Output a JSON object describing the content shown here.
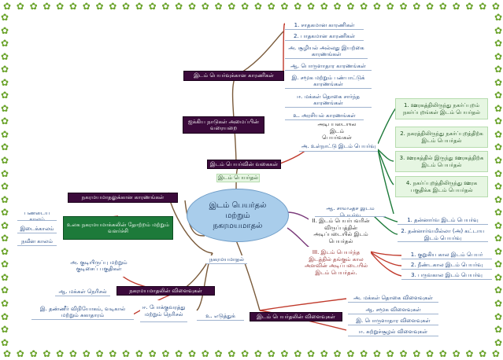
{
  "center": "இடம் பெயர்தல்\nமற்றும்\nநகரமயமாதல்",
  "border_glyph": "✿",
  "branches": {
    "causes_title": "இடம் பெயர்வுக்கான காரணிகள்",
    "causes": [
      "1. சாதகமான காரணிகள்",
      "2. பாதகமான காரணிகள்",
      "அ. சூழியல் அல்லது இயற்கை காரணங்கள்",
      "ஆ. பொருளாதார காரணங்கள்",
      "இ. சமூக மற்றும் பண்பாட்டுக் காரணங்கள்",
      "ஈ. மக்கள் தொகை சார்ந்த காரணங்கள்",
      "உ. அரசியல் காரணங்கள்"
    ],
    "un_title": "ஐக்கிய நாடுகள் அமைப்பின் வரையறை",
    "types_title": "இடம் பெயர்வின் வகைகள்",
    "types_sub": "இடம் பெயர்தல்",
    "basis_title": "அடிப்படையில் இடம் பெயர்வுகள்",
    "internal_title": "அ. உள்நாட்டு இடம் பெயர்வு",
    "internal": [
      "1. ஊரகத்திலிருந்து நகர்ப்புறம் நகர்ப்புறங்கள் இடம் பெயர்தல்",
      "2. நகரத்திலிருந்து நகர்ப்புறத்திற்க இடம் பெயர்தல்",
      "3. ஊரகத்தில் இருந்து ஊரகத்திற்க இடம் பெயர்தல்",
      "4. நகர்ப்புறத்திலிருந்து ஊரக பகுதிக்க இடம் பெயர்தல்"
    ],
    "international_title": "ஆ. சர்வதேச இடம் பெயர்வு",
    "international": [
      "1. தன்னார்வ இடம் பெயர்வு",
      "2. தன்னார்வமில்லா (அ) கட்டாய இடம் பெயர்வு"
    ],
    "motive": "II. இடம் பெயர்பவரின் விருப்பத்தின் அடிப்படையில் இடம் பெயர்தல்",
    "duration": "III. இடம் பெயர்ந்த இடத்தில் தங்கும் கால அளவின் அடிப்படையில் இடம் பெயர்தல்.",
    "duration_items": [
      "1. குறுகிய கால இடம் பெயர்",
      "2. நீண்டகால இடம் பெயர்வு",
      "3. பருவகால இடம் பெயர்வு"
    ],
    "effects_title": "இடம் பெயர்தலின் விளைவுகள்",
    "effects": [
      "அ. மக்கள் தொகை விளைவுகள்",
      "ஆ. சமூக விளைவுகள்",
      "இ. பொருளாதார விளைவுகள்",
      "ஈ. சுற்றுச்சூழல் விளைவுகள்"
    ],
    "examples": "உ. எடுத்துக்",
    "urban_reasons_title": "நகரமயமாதலுக்கான காரணங்கள்",
    "urban_world_title": "உலக நகரமயமாக்கலின் தோற்றம் மற்றும் வளர்ச்சி",
    "eras": [
      "பண்டைய காலம்",
      "இடைக்காலம்",
      "நவீன காலம்"
    ],
    "urbanization": "நகரமயமாதல்",
    "urban_effects_title": "நகரமயமாதலின் விளைவுகள்",
    "urban_effects": [
      "அ. குடியிருப்பு மற்றும் குடிசைப் பகுதிகள்",
      "ஆ. மக்கள் நெரிசல்",
      "இ. தண்ணீர் விநியோகம், வடிகால் மற்றும் சுகாதாரம்",
      "ஈ. போக்குவரத்து மற்றும் நெரிசல்"
    ]
  }
}
